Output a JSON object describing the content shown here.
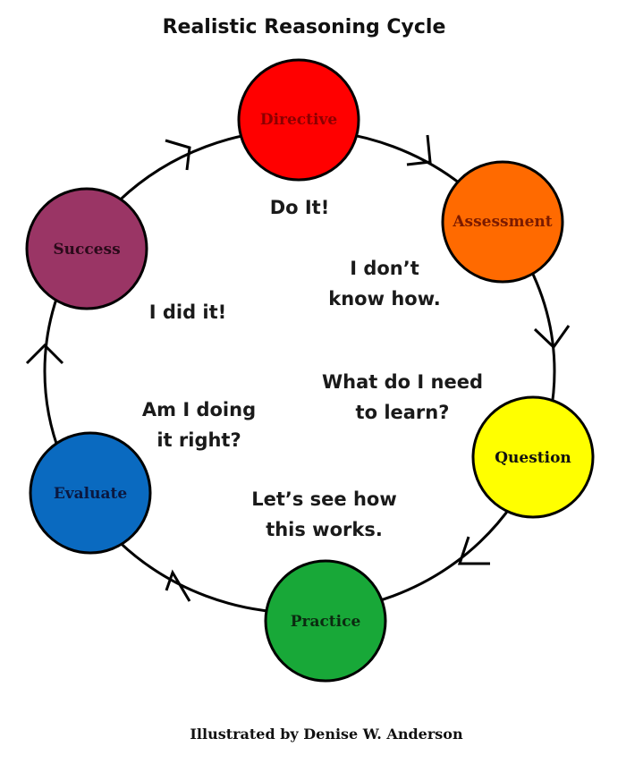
{
  "title": "Realistic Reasoning Cycle",
  "credit": "Illustrated by Denise W. Anderson",
  "nodes": [
    {
      "id": "directive",
      "label": "Directive",
      "fill": "#ff0000",
      "text_color": "#8b0000"
    },
    {
      "id": "assessment",
      "label": "Assessment",
      "fill": "#ff6a00",
      "text_color": "#7a1a00"
    },
    {
      "id": "question",
      "label": "Question",
      "fill": "#ffff00",
      "text_color": "#111111"
    },
    {
      "id": "practice",
      "label": "Practice",
      "fill": "#18a838",
      "text_color": "#0b2a10"
    },
    {
      "id": "evaluate",
      "label": "Evaluate",
      "fill": "#0a6ac0",
      "text_color": "#0b1840"
    },
    {
      "id": "success",
      "label": "Success",
      "fill": "#9a3565",
      "text_color": "#2a0a1a"
    }
  ],
  "phrases": {
    "do_it": "Do It!",
    "dont_know_1": "I don’t",
    "dont_know_2": "know how.",
    "need_learn_1": "What do I need",
    "need_learn_2": "to learn?",
    "see_how_1": "Let’s see how",
    "see_how_2": "this works.",
    "doing_right_1": "Am I doing",
    "doing_right_2": "it right?",
    "did_it": "I did it!"
  },
  "colors": {
    "ring": "#000000",
    "outline": "#000000"
  }
}
